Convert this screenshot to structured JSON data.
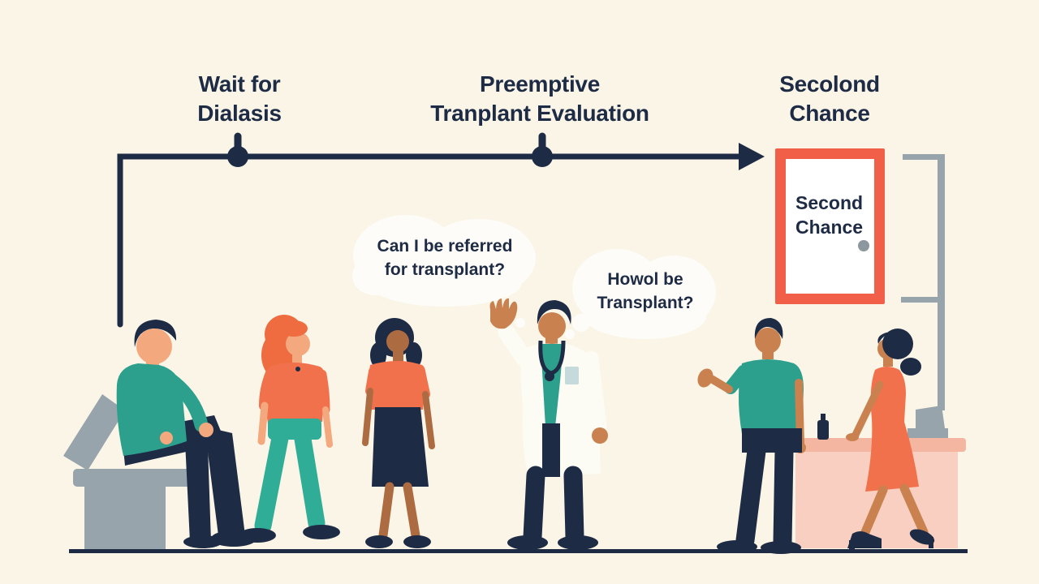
{
  "palette": {
    "background": "#FAF5E7",
    "navy": "#1E2B45",
    "teal": "#2D9F8D",
    "tealLight": "#2FAD97",
    "coral": "#F0714B",
    "hairOrange": "#EE6C3F",
    "doorOrange": "#F15F49",
    "doorWhite": "#FFFFFF",
    "bubbleWhite": "#FDFCF8",
    "coatWhite": "#FCFBF4",
    "badgeBlue": "#C5DADB",
    "gray": "#98A4AC",
    "knobGray": "#8D979E",
    "skinLight": "#F3A87D",
    "skinMedium": "#C9814F",
    "skinDark": "#AD6B42",
    "deskPink": "#F8CFC0",
    "counterPink": "#F4B5A1"
  },
  "timeline": {
    "steps": [
      {
        "label": "Wait for\nDialasis"
      },
      {
        "label": "Preemptive\nTranplant Evaluation"
      },
      {
        "label": "Secolond\nChance"
      }
    ]
  },
  "speech": {
    "bubble1": "Can I be referred\nfor transplant?",
    "bubble2": "Howol be\nTransplant?"
  },
  "door": {
    "label": "Second\nChance"
  },
  "scene": {
    "figures": [
      "man-seated-on-exam-chair",
      "woman-standing-orange-hair",
      "woman-standing-dark-hair",
      "doctor-waving",
      "man-standing-gesturing",
      "woman-walking-to-reception-desk"
    ]
  }
}
